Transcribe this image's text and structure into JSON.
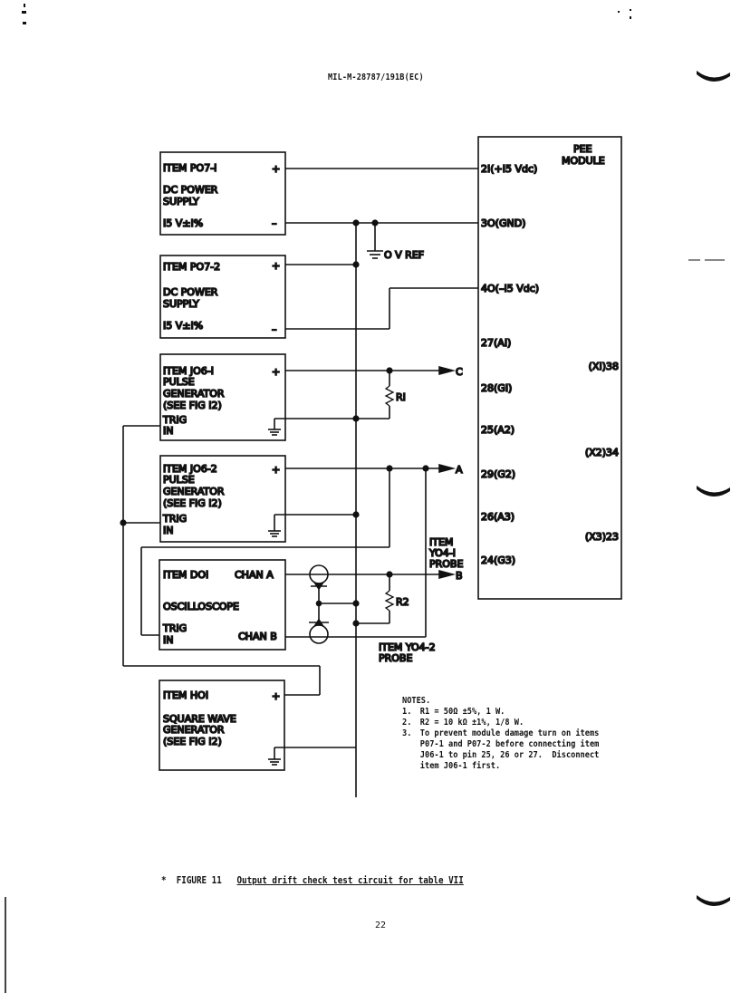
{
  "header": {
    "document_id": "MIL-M-28787/191B(EC)"
  },
  "diagram": {
    "items": {
      "p07_1": {
        "lines": [
          "ITEM PO7-I",
          "DC POWER",
          "SUPPLY",
          "I5 V±I%"
        ],
        "plus": "+",
        "minus": "–"
      },
      "p07_2": {
        "lines": [
          "ITEM PO7-2",
          "DC POWER",
          "SUPPLY",
          "I5 V±I%"
        ],
        "plus": "+",
        "minus": "–"
      },
      "j06_1": {
        "lines": [
          "ITEM JO6-I",
          "PULSE",
          "GENERATOR",
          "(SEE FIG I2)",
          "TRIG",
          "IN"
        ],
        "plus": "+"
      },
      "j06_2": {
        "lines": [
          "ITEM JO6-2",
          "PULSE",
          "GENERATOR",
          "(SEE FIG I2)",
          "TRIG",
          "IN"
        ],
        "plus": "+"
      },
      "d01": {
        "title": "ITEM DOI",
        "chan_a": "CHAN A",
        "name": "OSCILLOSCOPE",
        "trig": [
          "TRIG",
          "IN"
        ],
        "chan_b": "CHAN B"
      },
      "h01": {
        "lines": [
          "ITEM HOI",
          "SQUARE WAVE",
          "GENERATOR",
          "(SEE FIG I2)"
        ],
        "plus": "+"
      }
    },
    "module": {
      "title": [
        "PEE",
        "MODULE"
      ],
      "pins_left": [
        "2I(+I5 Vdc)",
        "3O(GND)",
        "4O(–I5 Vdc)",
        "27(AI)",
        "28(GI)",
        "25(A2)",
        "29(G2)",
        "26(A3)",
        "24(G3)"
      ],
      "pins_right": [
        "(XI)38",
        "(X2)34",
        "(X3)23"
      ]
    },
    "labels": {
      "ov_ref": "O V REF",
      "r1": "RI",
      "r2": "R2",
      "node_c": "C",
      "node_a": "A",
      "node_b": "B",
      "probe1": [
        "ITEM",
        "YO4-I",
        "PROBE"
      ],
      "probe2": [
        "ITEM YO4-2",
        "PROBE"
      ]
    }
  },
  "notes": {
    "heading": "NOTES.",
    "items": [
      {
        "num": "1.",
        "lines": [
          "R1 = 50Ω ±5%, 1 W."
        ]
      },
      {
        "num": "2.",
        "lines": [
          "R2 = 10 kΩ ±1%, 1/8 W."
        ]
      },
      {
        "num": "3.",
        "lines": [
          "To prevent module damage turn on items",
          "P07-1 and P07-2 before connecting item",
          "J06-1 to pin 25, 26 or 27.  Disconnect",
          "item J06-1 first."
        ]
      }
    ]
  },
  "caption": {
    "marker": "*",
    "figure": "FIGURE 11",
    "title": "Output drift check test circuit for table VII"
  },
  "footer": {
    "page_number": "22"
  }
}
